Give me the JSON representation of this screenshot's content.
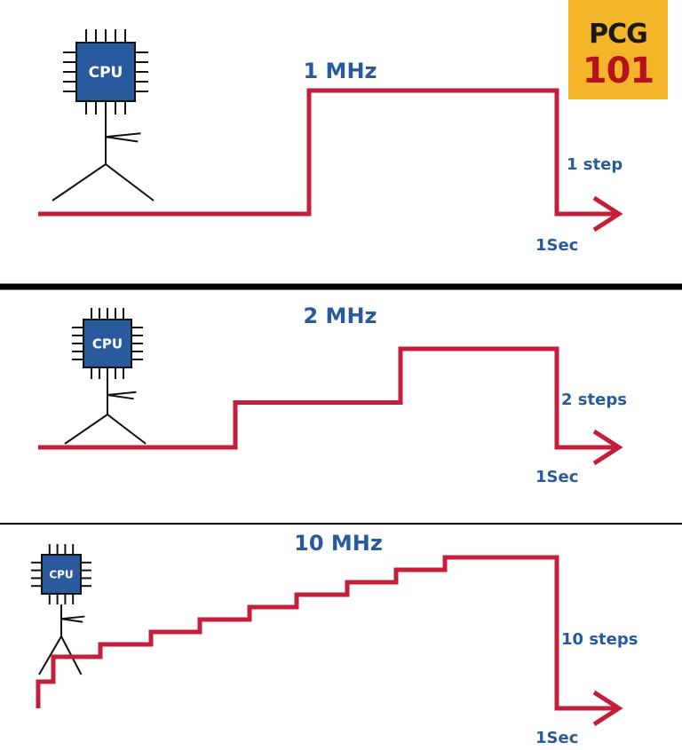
{
  "colors": {
    "signal": "#c41e3a",
    "label": "#2a5a9e",
    "cpu_fill": "#2a5a9e",
    "cpu_text": "#ffffff",
    "divider": "#000000",
    "logo_bg": "#f5b52a",
    "logo_top": "#1a1a1a",
    "logo_bottom": "#b5121b"
  },
  "logo": {
    "line1": "PCG",
    "line2": "101"
  },
  "panels": [
    {
      "frequency_label": "1 MHz",
      "steps_label": "1 step",
      "time_label": "1Sec",
      "cpu_label": "CPU",
      "step_count": 1
    },
    {
      "frequency_label": "2 MHz",
      "steps_label": "2 steps",
      "time_label": "1Sec",
      "cpu_label": "CPU",
      "step_count": 2
    },
    {
      "frequency_label": "10 MHz",
      "steps_label": "10 steps",
      "time_label": "1Sec",
      "cpu_label": "CPU",
      "step_count": 10
    }
  ]
}
